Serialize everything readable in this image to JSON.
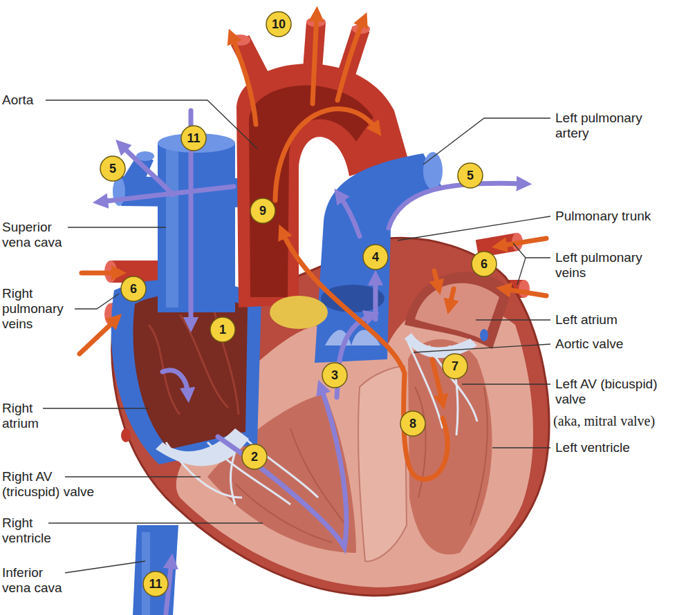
{
  "diagram": {
    "labels": [
      "10",
      "Aorta",
      "11",
      "Left pulmonary artery",
      "5",
      "5",
      "9",
      "Superior vena cava",
      "Pulmonary trunk",
      "4",
      "6",
      "Left pulmonary veins",
      "Right pulmonary veins",
      "6",
      "1",
      "Left atrium",
      "Aortic valve",
      "3",
      "7",
      "Left AV (bicuspid) valve",
      "(aka, mitral valve)",
      "8",
      "Right atrium",
      "Left ventricle",
      "2",
      "Right AV (tricuspid) valve",
      "Right ventricle",
      "Inferior vena cava",
      "11"
    ]
  }
}
